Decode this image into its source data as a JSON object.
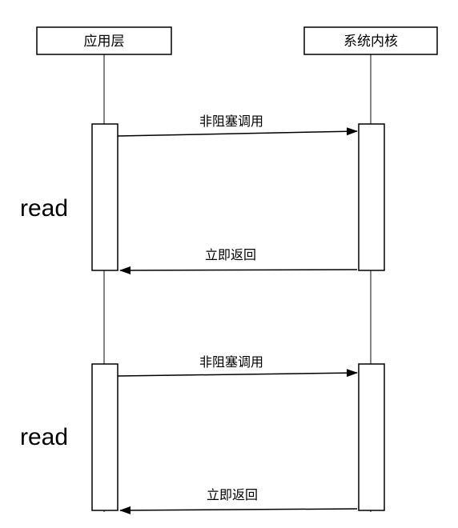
{
  "participants": {
    "app": {
      "label": "应用层"
    },
    "kernel": {
      "label": "系统内核"
    }
  },
  "calls": [
    {
      "side_label": "read",
      "request": {
        "label": "非阻塞调用",
        "from": "app",
        "to": "kernel"
      },
      "response": {
        "label": "立即返回",
        "from": "kernel",
        "to": "app"
      }
    },
    {
      "side_label": "read",
      "request": {
        "label": "非阻塞调用",
        "from": "app",
        "to": "kernel"
      },
      "response": {
        "label": "立即返回",
        "from": "kernel",
        "to": "app"
      }
    }
  ],
  "colors": {
    "stroke": "#000000",
    "lifeline": "#333333",
    "background": "#ffffff"
  }
}
